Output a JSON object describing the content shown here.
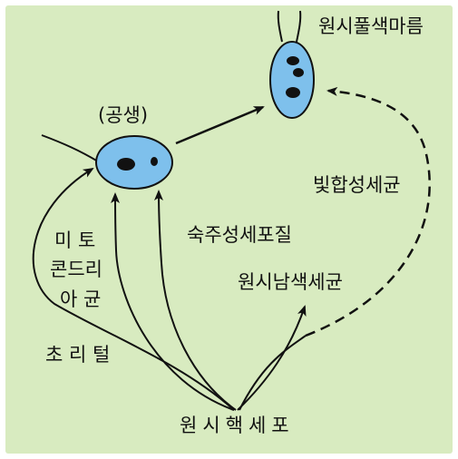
{
  "diagram": {
    "labels": {
      "primitive_green_algae": "원시풀색마름",
      "symbiosis": "(공생)",
      "photosynthetic_bacteria": "빛합성세균",
      "host_cytoplasm": "숙주성세포질",
      "mitochondria_line1": "미 토",
      "mitochondria_line2": "콘드리",
      "mitochondria_line3": "아 균",
      "primitive_cyanobacteria": "원시남색세균",
      "spirochete": "초 리 털",
      "primitive_nucleated_cell": "원시핵세포"
    },
    "colors": {
      "background": "#d8ebc0",
      "cell_fill": "#7ec0ec",
      "outline": "#111111"
    }
  }
}
